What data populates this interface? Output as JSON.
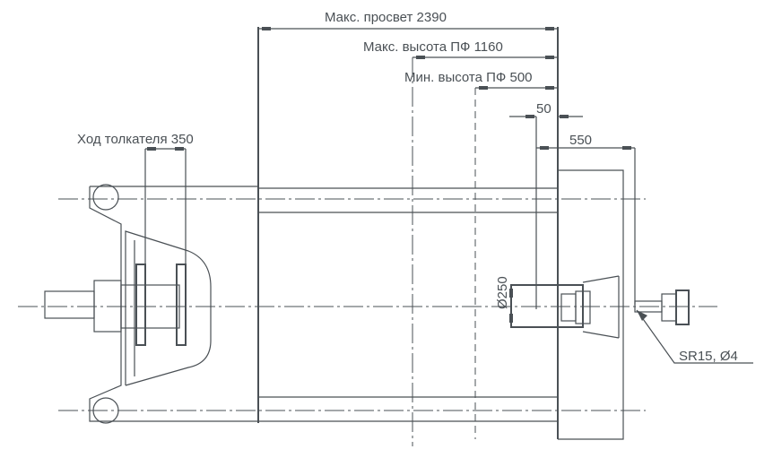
{
  "labels": {
    "max_clearance": "Макс. просвет 2390",
    "max_height": "Макс. высота ПФ 1160",
    "min_height": "Мин. высота ПФ 500",
    "offset": "50",
    "pin_length": "550",
    "stroke": "Ход толкателя 350",
    "diameter": "Ø250",
    "tip": "SR15, Ø4"
  },
  "colors": {
    "line": "#4a5055",
    "background": "#ffffff"
  }
}
